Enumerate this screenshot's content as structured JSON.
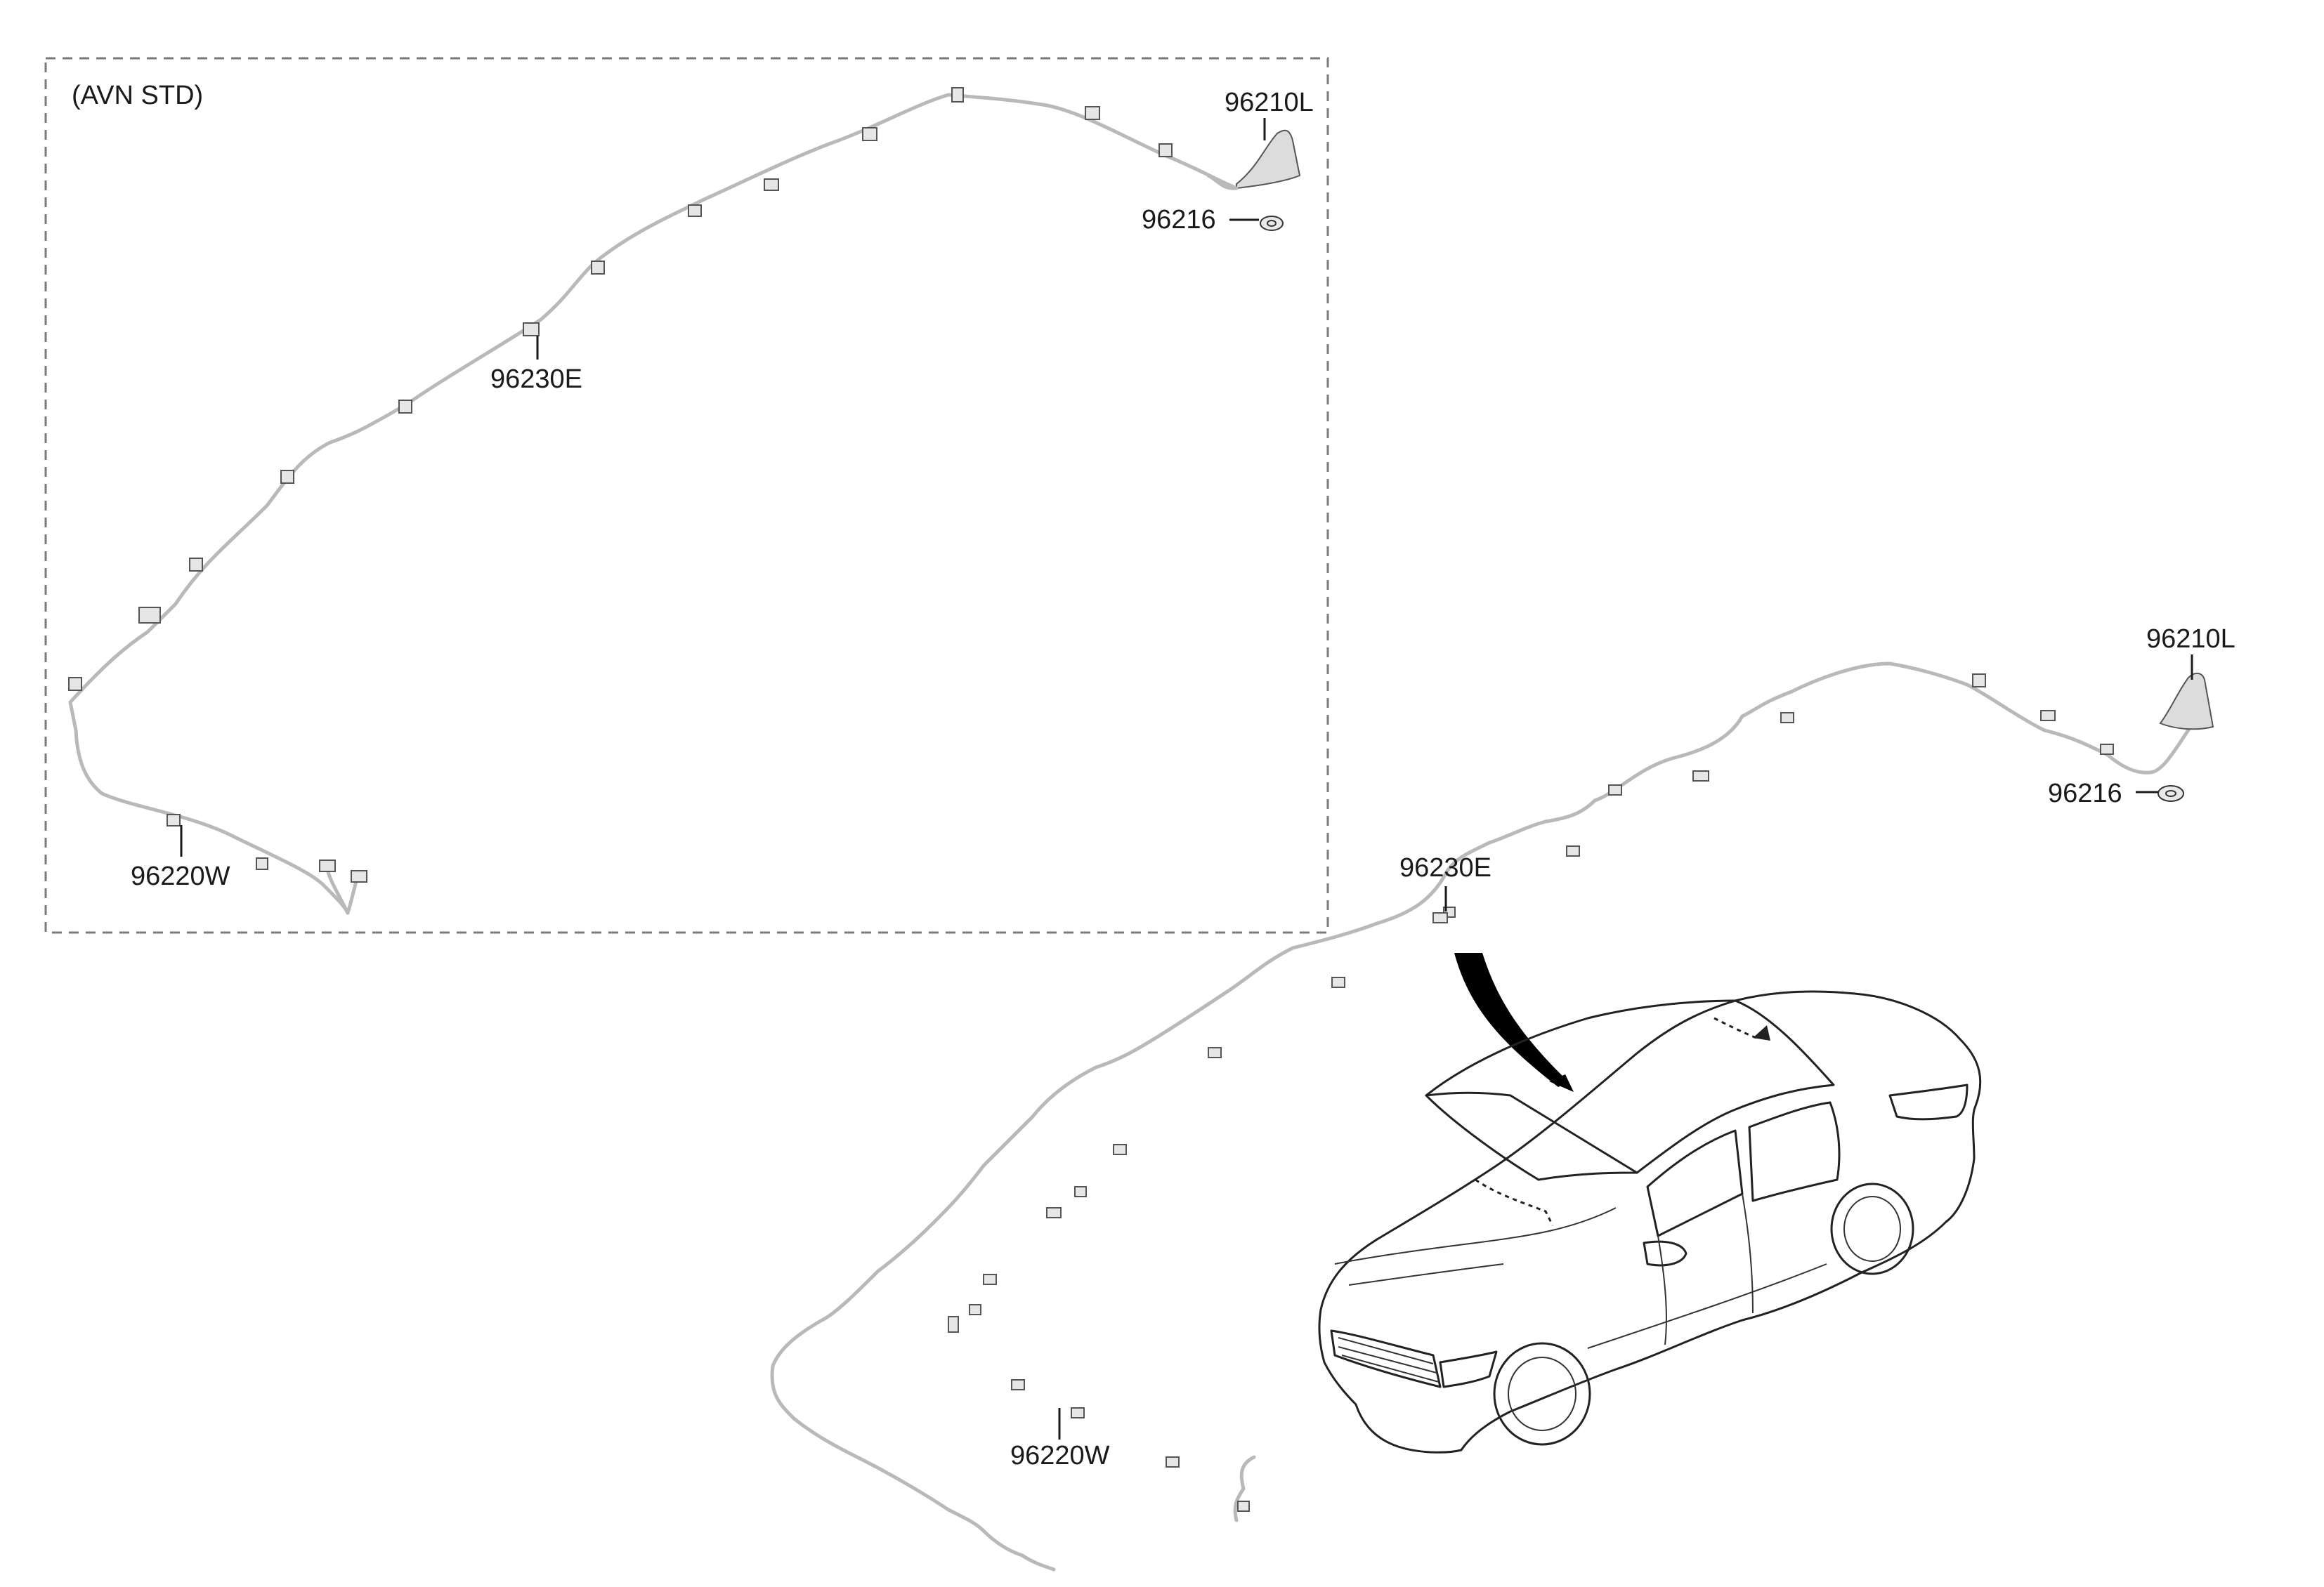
{
  "variant_label": "(AVN STD)",
  "parts": {
    "roof_antenna": "96210L",
    "pad": "96216",
    "feeder_cable": "96230E",
    "main_cable": "96220W"
  },
  "colors": {
    "cable": "#b9b9b9",
    "line": "#1a1a1a",
    "box_border": "#7a7a7a",
    "antenna_fill": "#dcdcdc"
  }
}
